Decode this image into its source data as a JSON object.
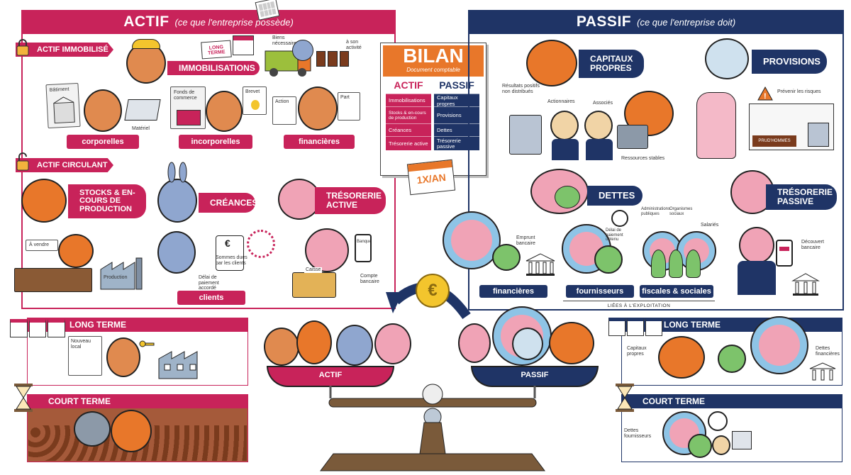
{
  "actif": {
    "title": "ACTIF",
    "subtitle": "(ce que l'entreprise possède)",
    "immobilise_tag": "ACTIF IMMOBILISÉ",
    "immobilisations": "IMMOBILISATIONS",
    "long_terme_badge": "LONG TERME",
    "biens_necessaires": "Biens nécessaires",
    "a_son_activite": "à son activité",
    "batiment": "Bâtiment",
    "materiel": "Matériel",
    "fonds_de_commerce": "Fonds de commerce",
    "brevet": "Brevet",
    "action": "Action",
    "part": "Part",
    "corporelles": "corporelles",
    "incorporelles": "incorporelles",
    "financieres": "financières",
    "circulant_tag": "ACTIF CIRCULANT",
    "stocks": "STOCKS & EN-COURS DE PRODUCTION",
    "creances": "CRÉANCES",
    "tresorerie": "TRÉSORERIE ACTIVE",
    "a_vendre": "À vendre",
    "production": "Production",
    "sommes_dues": "Sommes dues par les clients",
    "delai_paiement": "Délai de paiement accordé",
    "clients": "clients",
    "banque": "Banque",
    "caisse": "Caisse",
    "compte_bancaire": "Compte bancaire"
  },
  "bilan": {
    "title": "BILAN",
    "subtitle": "Document comptable",
    "actif_head": "ACTIF",
    "passif_head": "PASSIF",
    "actif_rows": [
      "Immobilisations",
      "Stocks & en-cours de production",
      "Créances",
      "Trésorerie active"
    ],
    "passif_rows": [
      "Capitaux propres",
      "Provisions",
      "Dettes",
      "Trésorerie passive"
    ],
    "frequency": "1X/AN"
  },
  "passif": {
    "title": "PASSIF",
    "subtitle": "(ce que l'entreprise doit)",
    "capitaux_propres": "CAPITAUX PROPRES",
    "provisions": "PROVISIONS",
    "resultats": "Résultats positifs non distribués",
    "actionnaires": "Actionnaires",
    "associes": "Associés",
    "ressources_stables": "Ressources stables",
    "prevenir_risques": "Prévenir les risques",
    "prudhommes": "PRUD'HOMMES",
    "dettes": "DETTES",
    "tresorerie_passive": "TRÉSORERIE PASSIVE",
    "emprunt_bancaire": "Emprunt bancaire",
    "delai_fournisseurs": "Délai de paiement obtenu",
    "administrations": "Administrations publiques",
    "organismes_sociaux": "Organismes sociaux",
    "salaries": "Salariés",
    "decouvert": "Découvert bancaire",
    "financieres": "financières",
    "fournisseurs": "fournisseurs",
    "fiscales": "fiscales & sociales",
    "liees": "LIÉES À L'EXPLOITATION"
  },
  "bottom": {
    "left_long": "LONG TERME",
    "nouveau_local": "Nouveau local",
    "left_court": "COURT TERME",
    "scale_actif": "ACTIF",
    "scale_passif": "PASSIF",
    "right_long": "LONG TERME",
    "capitaux_propres": "Capitaux propres",
    "dettes_financieres": "Dettes financières",
    "right_court": "COURT TERME",
    "dettes_fournisseurs": "Dettes fournisseurs"
  },
  "colors": {
    "pink": "#c8235a",
    "navy": "#1f3466",
    "orange": "#e8772a"
  }
}
